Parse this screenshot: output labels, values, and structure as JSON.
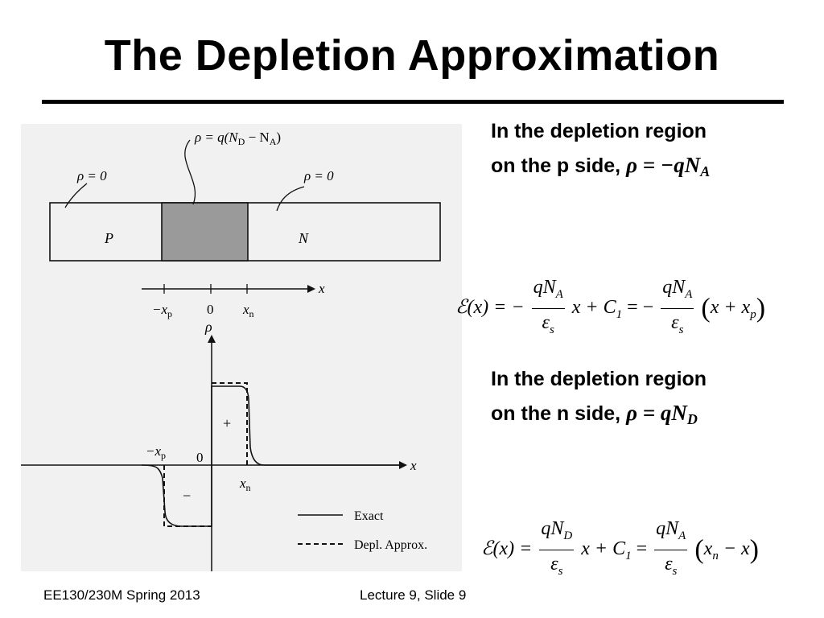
{
  "slide": {
    "title": "The Depletion Approximation"
  },
  "figure": {
    "labels": {
      "rho_eq_q_nd_na": "ρ = q(N",
      "rho_eq_q_nd_na_sub_d": "D",
      "rho_eq_q_nd_na_mid": " − N",
      "rho_eq_q_nd_na_sub_a": "A",
      "rho_eq_q_nd_na_end": ")",
      "rho_zero_left": "ρ = 0",
      "rho_zero_right": "ρ = 0",
      "p_region": "P",
      "n_region": "N",
      "x_axis_top": "x",
      "minus_xp_top": "−x",
      "xp_sub": "p",
      "zero_top": "0",
      "xn_top": "x",
      "xn_sub": "n",
      "rho_axis": "ρ",
      "plus_sign": "+",
      "minus_sign": "−",
      "minus_xp_bottom": "−x",
      "zero_bottom": "0",
      "x_axis_bottom": "x",
      "xn_bottom": "x",
      "legend_exact": "Exact",
      "legend_depl": "Depl. Approx."
    }
  },
  "right_text": {
    "p_side_line1": "In the depletion region",
    "p_side_line2": "on the p side, ",
    "p_side_eq_rho": "ρ = −qN",
    "p_side_eq_sub": "A",
    "n_side_line1": "In the depletion region",
    "n_side_line2": "on the n side, ",
    "n_side_eq_rho": "ρ = qN",
    "n_side_eq_sub": "D"
  },
  "equation_1": {
    "lhs": "ℰ(x) = −",
    "num1": "qN",
    "num1_sub": "A",
    "den1": "ε",
    "den1_sub": "s",
    "mid": "x + C",
    "mid_sub": "1",
    "eq2": " = −",
    "num2": "qN",
    "num2_sub": "A",
    "den2": "ε",
    "den2_sub": "s",
    "paren_open": "(",
    "paren_body": "x + x",
    "paren_sub": "p",
    "paren_close": ")"
  },
  "equation_2": {
    "lhs": "ℰ(x) = ",
    "num1": "qN",
    "num1_sub": "D",
    "den1": "ε",
    "den1_sub": "s",
    "mid": "x + C",
    "mid_sub": "1",
    "eq2": " = ",
    "num2": "qN",
    "num2_sub": "A",
    "den2": "ε",
    "den2_sub": "s",
    "paren_open": "(",
    "paren_body": "x",
    "paren_sub": "n",
    "paren_tail": " − x",
    "paren_close": ")"
  },
  "footer": {
    "course": "EE130/230M Spring 2013",
    "lecture": "Lecture 9, Slide 9"
  }
}
